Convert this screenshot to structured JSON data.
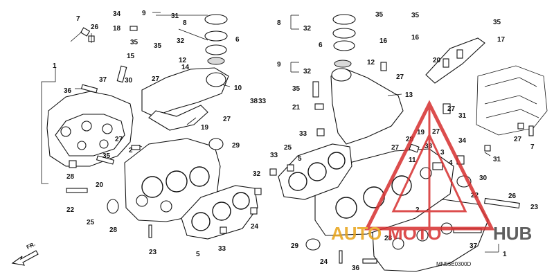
{
  "diagram_code": "MN53E0300D",
  "watermark": {
    "text_a": "AUTO",
    "text_b": "MOTO",
    "text_c": "HUB",
    "color_a": "#e8a317",
    "color_b": "#d62f2f",
    "color_c": "#444444"
  },
  "direction_label": "FR.",
  "left_labels": [
    "1",
    "2",
    "5",
    "6",
    "7",
    "8",
    "9",
    "10",
    "12",
    "14",
    "15",
    "18",
    "19",
    "20",
    "22",
    "23",
    "24",
    "25",
    "26",
    "27",
    "27",
    "27",
    "28",
    "28",
    "29",
    "30",
    "31",
    "32",
    "32",
    "33",
    "33",
    "34",
    "35",
    "35",
    "35",
    "36",
    "37",
    "38"
  ],
  "right_labels": [
    "1",
    "2",
    "3",
    "4",
    "5",
    "6",
    "7",
    "8",
    "9",
    "11",
    "12",
    "13",
    "16",
    "16",
    "17",
    "19",
    "20",
    "21",
    "22",
    "23",
    "24",
    "25",
    "26",
    "27",
    "27",
    "27",
    "27",
    "27",
    "28",
    "28",
    "29",
    "30",
    "31",
    "31",
    "32",
    "32",
    "33",
    "33",
    "34",
    "35",
    "35",
    "35",
    "35",
    "36",
    "37",
    "38"
  ],
  "colors": {
    "line": "#111111",
    "accent": "#d62f2f"
  }
}
